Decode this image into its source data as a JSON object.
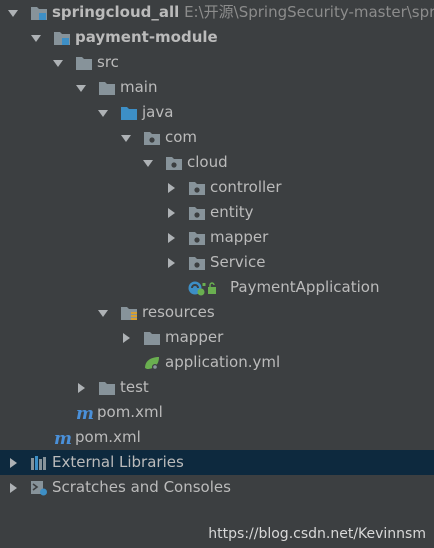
{
  "tree": {
    "root": {
      "label": "springcloud_all",
      "path": "E:\\开源\\SpringSecurity-master\\spring",
      "icon": "module-folder-icon"
    },
    "payment_module": {
      "label": "payment-module",
      "icon": "module-folder-icon"
    },
    "src": {
      "label": "src",
      "icon": "folder-icon"
    },
    "main": {
      "label": "main",
      "icon": "folder-icon"
    },
    "java": {
      "label": "java",
      "icon": "source-root-folder-icon"
    },
    "com": {
      "label": "com",
      "icon": "package-icon"
    },
    "cloud": {
      "label": "cloud",
      "icon": "package-icon"
    },
    "controller": {
      "label": "controller",
      "icon": "package-icon"
    },
    "entity": {
      "label": "entity",
      "icon": "package-icon"
    },
    "mapper": {
      "label": "mapper",
      "icon": "package-icon"
    },
    "service": {
      "label": "Service",
      "icon": "package-icon"
    },
    "payment_application": {
      "label": "PaymentApplication",
      "icon": "spring-boot-class-icon"
    },
    "resources": {
      "label": "resources",
      "icon": "resources-folder-icon"
    },
    "res_mapper": {
      "label": "mapper",
      "icon": "folder-icon"
    },
    "application_yml": {
      "label": "application.yml",
      "icon": "spring-yml-icon"
    },
    "test": {
      "label": "test",
      "icon": "folder-icon"
    },
    "module_pom": {
      "label": "pom.xml",
      "icon": "maven-icon"
    },
    "root_pom": {
      "label": "pom.xml",
      "icon": "maven-icon"
    },
    "external_libraries": {
      "label": "External Libraries",
      "icon": "libraries-icon"
    },
    "scratches": {
      "label": "Scratches and Consoles",
      "icon": "scratches-icon"
    }
  },
  "watermark": "https://blog.csdn.net/Kevinnsm",
  "colors": {
    "background": "#3c3f41",
    "selected_row": "#0d293e",
    "text": "#bbbbbb",
    "path_text": "#8c8c8c",
    "folder": "#87939a",
    "source_folder": "#3d8fc6",
    "maven": "#4a90d9",
    "spring": "#6aaf50"
  }
}
